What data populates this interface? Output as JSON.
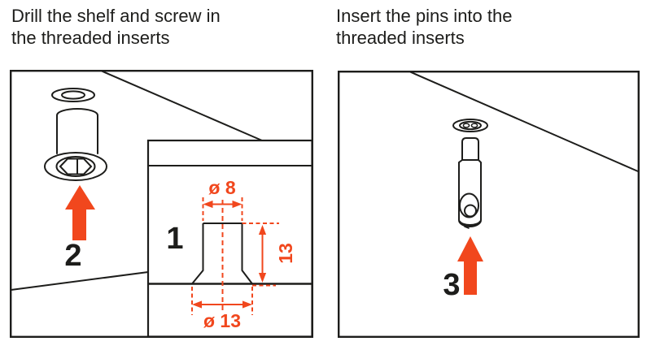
{
  "instructions": {
    "left": {
      "title_line1": "Drill the shelf and screw in",
      "title_line2": "the threaded inserts",
      "detail_label": "1",
      "step_label": "2",
      "dim_top_diameter": "ø 8",
      "dim_depth": "13",
      "dim_bottom_diameter": "ø 13"
    },
    "right": {
      "title_line1": "Insert the pins into the",
      "title_line2": "threaded inserts",
      "step_label": "3"
    }
  },
  "colors": {
    "accent_orange": "#f1471d",
    "line_black": "#1d1d1b",
    "background": "#ffffff"
  }
}
